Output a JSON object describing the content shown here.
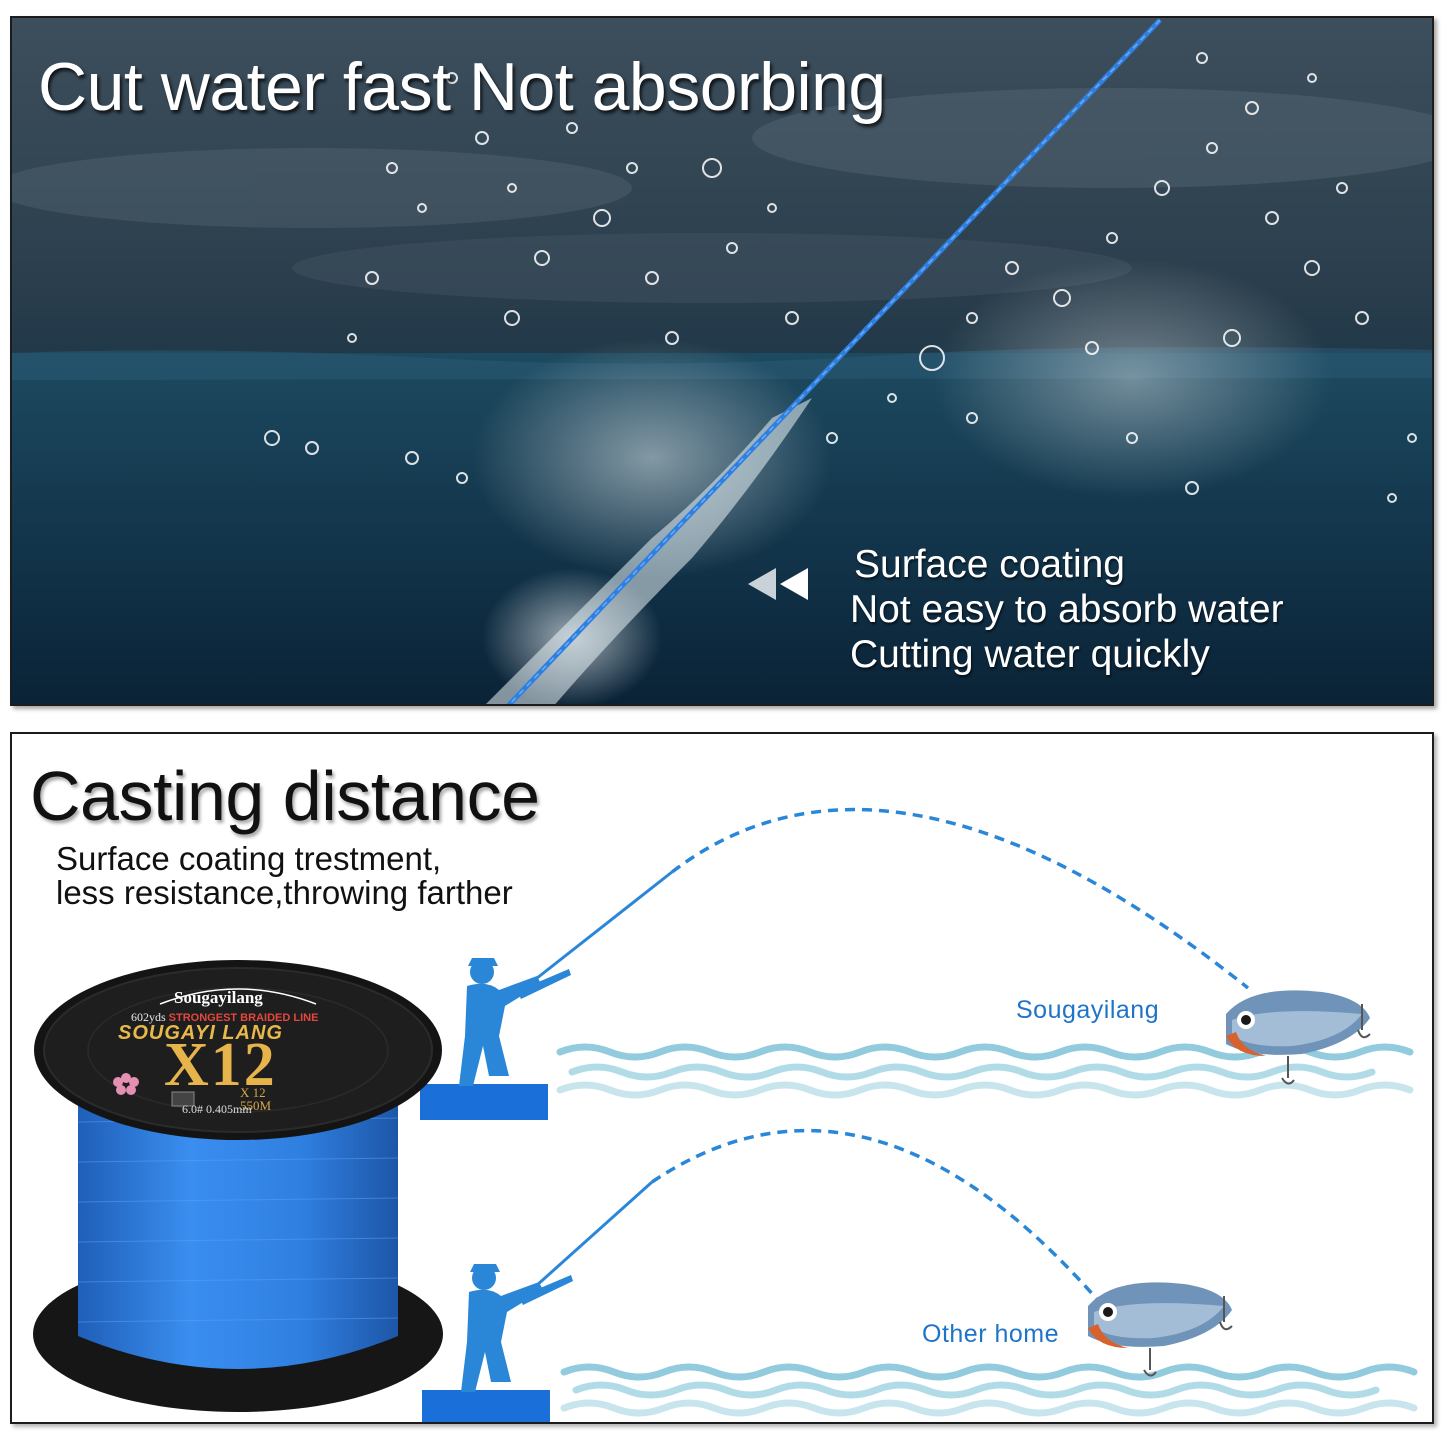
{
  "top_panel": {
    "headline": "Cut water fast  Not absorbing",
    "features": [
      "Surface coating",
      "Not easy to absorb water",
      "Cutting water quickly"
    ],
    "arrow_icon": "double-left-arrow-icon"
  },
  "bottom_panel": {
    "headline": "Casting distance",
    "description": [
      "Surface coating trestment,",
      "less resistance,throwing farther"
    ],
    "label_top": "Sougayilang",
    "label_bottom": "Other home",
    "spool": {
      "brand": "Sougayilang",
      "length_yds": "602yds",
      "tagline": "STRONGEST BRAIDED LINE",
      "name": "SOUGAYI LANG",
      "model": "X12",
      "model_small": "X 12",
      "length_m": "550M",
      "spec": "6.0# 0.405mm",
      "line_color": "#2f7fe0"
    }
  },
  "colors": {
    "line_blue": "#2f7fe0",
    "label_blue": "#1f74c8",
    "water_blue": "#7fc3d8",
    "silhouette_blue": "#2a87d8",
    "platform_blue": "#1a6fd8"
  }
}
